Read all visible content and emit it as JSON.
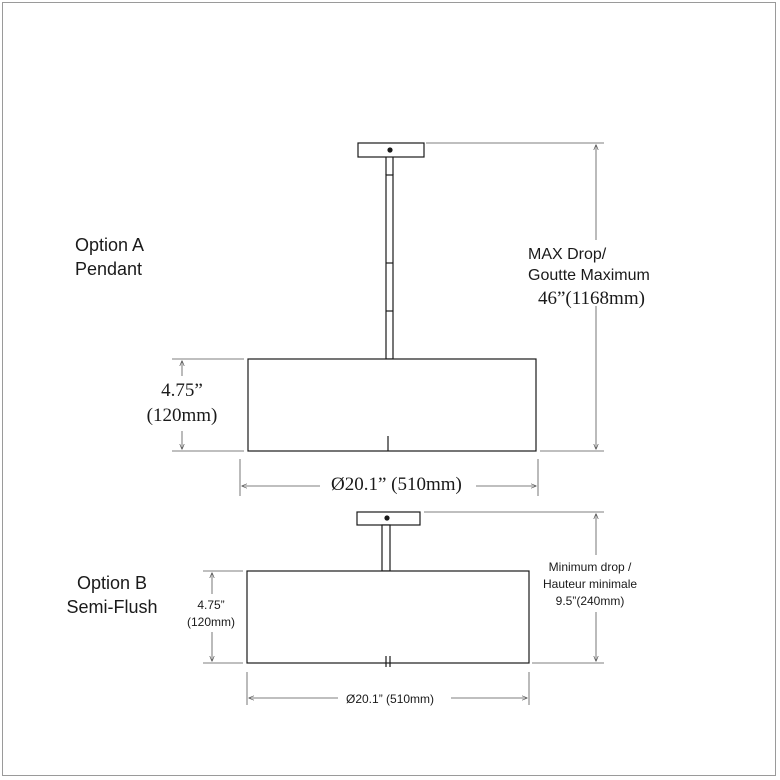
{
  "option_a": {
    "title": "Option A",
    "type": "Pendant",
    "height_in": "4.75”",
    "height_mm": "(120mm)",
    "diameter": "Ø20.1” (510mm)",
    "drop_label_en": "MAX Drop/",
    "drop_label_fr": "Goutte Maximum",
    "drop_value": "46”(1168mm)"
  },
  "option_b": {
    "title": "Option B",
    "type": "Semi-Flush",
    "height_in": "4.75”",
    "height_mm": "(120mm)",
    "diameter": "Ø20.1” (510mm)",
    "drop_label_en": "Minimum drop /",
    "drop_label_fr": "Hauteur minimale",
    "drop_value": "9.5”(240mm)"
  },
  "line_color": "#1a1a1a",
  "dim_color": "#555555"
}
